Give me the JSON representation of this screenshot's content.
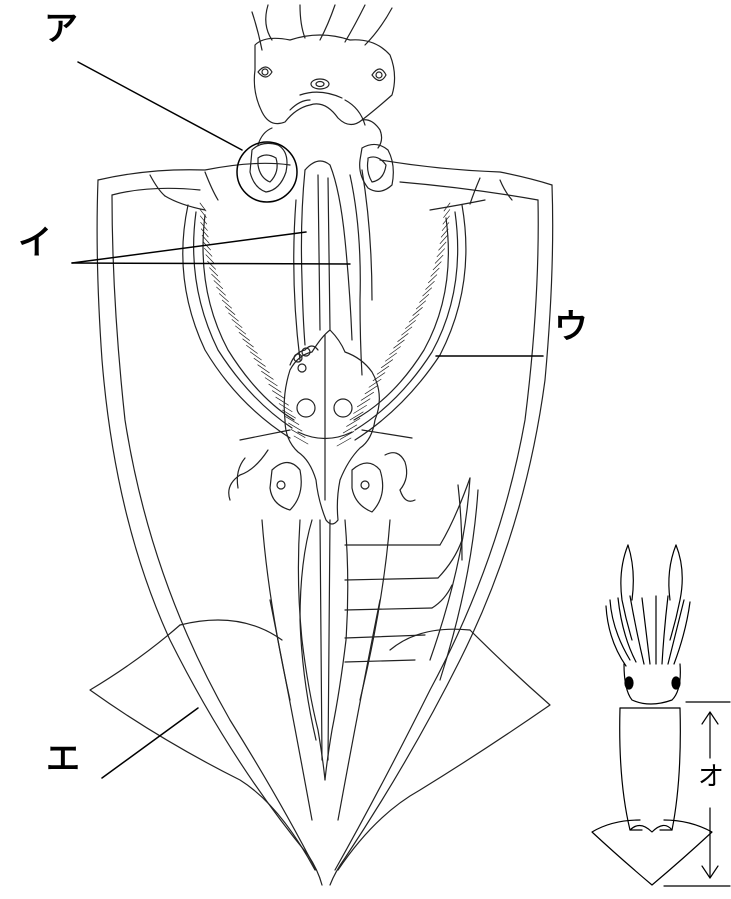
{
  "labels": {
    "a": "ア",
    "i": "イ",
    "u": "ウ",
    "e": "エ",
    "o": "オ"
  },
  "colors": {
    "line": "#000000",
    "background": "#ffffff"
  }
}
